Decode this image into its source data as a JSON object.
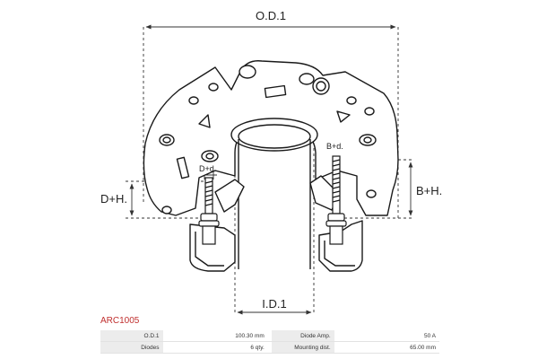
{
  "diagram": {
    "labels": {
      "od": "O.D.1",
      "id": "I.D.1",
      "dh": "D+H.",
      "bh": "B+H.",
      "dd": "D+d.",
      "bd": "B+d."
    },
    "line_color": "#1a1a1a",
    "dim_color": "#333333"
  },
  "part": {
    "code": "ARC1005",
    "code_color": "#c0302f"
  },
  "specs": {
    "rows": [
      {
        "k1": "O.D.1",
        "v1": "100.30 mm",
        "k2": "Diode Amp.",
        "v2": "50 A"
      },
      {
        "k1": "Diodes",
        "v1": "6 qty.",
        "k2": "Mounting dist.",
        "v2": "65.00 mm"
      }
    ]
  }
}
